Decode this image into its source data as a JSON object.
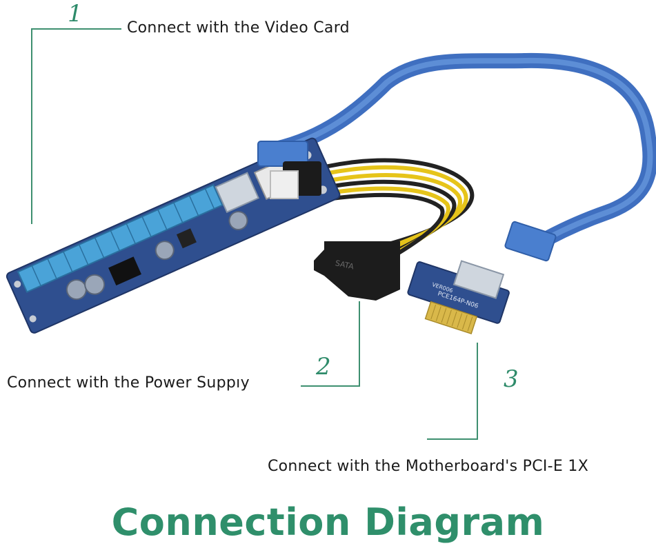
{
  "callouts": [
    {
      "number": "1",
      "text": "Connect with the Video Card"
    },
    {
      "number": "2",
      "text": "Connect with the Power Suppıy"
    },
    {
      "number": "3",
      "text": "Connect with the Motherboard's PCI-E 1X"
    }
  ],
  "title": "Connection Diagram",
  "board_text": {
    "sata_label": "SATA",
    "adapter_label": "PCE164P-N06",
    "version": "VER006"
  },
  "colors": {
    "accent": "#2f8f6b",
    "pcb": "#2f4f8f",
    "cable": "#4a7fcf",
    "slot": "#4aa3d8"
  }
}
